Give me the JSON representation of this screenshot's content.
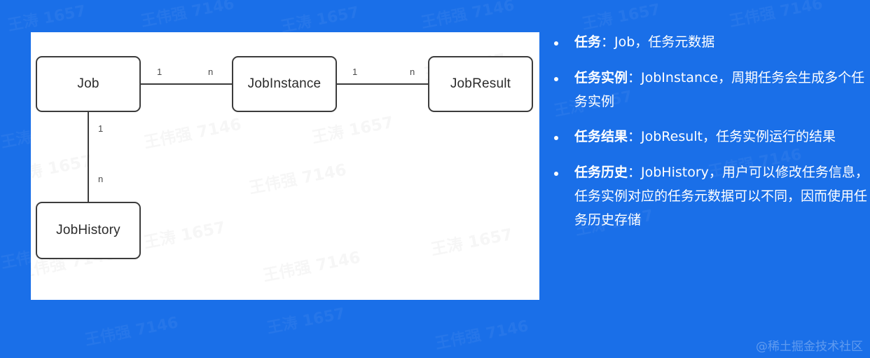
{
  "theme": {
    "background_blue": "#1a6fe8",
    "panel_background": "#ffffff",
    "node_border": "#3c3c3c",
    "node_text": "#2b2b2b",
    "bullet_text": "#ffffff"
  },
  "diagram": {
    "nodes": [
      {
        "id": "job",
        "label": "Job"
      },
      {
        "id": "jobinstance",
        "label": "JobInstance"
      },
      {
        "id": "jobresult",
        "label": "JobResult"
      },
      {
        "id": "jobhistory",
        "label": "JobHistory"
      }
    ],
    "edges": [
      {
        "from": "job",
        "to": "jobinstance",
        "from_card": "1",
        "to_card": "n"
      },
      {
        "from": "jobinstance",
        "to": "jobresult",
        "from_card": "1",
        "to_card": "n"
      },
      {
        "from": "job",
        "to": "jobhistory",
        "from_card": "1",
        "to_card": "n"
      }
    ],
    "cardinality_labels": {
      "job_to_instance_left": "1",
      "job_to_instance_right": "n",
      "instance_to_result_left": "1",
      "instance_to_result_right": "n",
      "job_to_history_top": "1",
      "job_to_history_bottom": "n"
    }
  },
  "bullets": [
    {
      "term": "任务",
      "desc": "：Job，任务元数据"
    },
    {
      "term": "任务实例",
      "desc": "：JobInstance，周期任务会生成多个任务实例"
    },
    {
      "term": "任务结果",
      "desc": "：JobResult，任务实例运行的结果"
    },
    {
      "term": "任务历史",
      "desc": "：JobHistory，用户可以修改任务信息，任务实例对应的任务元数据可以不同，因而使用任务历史存储"
    }
  ],
  "watermarks": {
    "brand": "@稀土掘金技术社区",
    "texts": [
      "王伟强 7146",
      "王涛 1657"
    ]
  }
}
